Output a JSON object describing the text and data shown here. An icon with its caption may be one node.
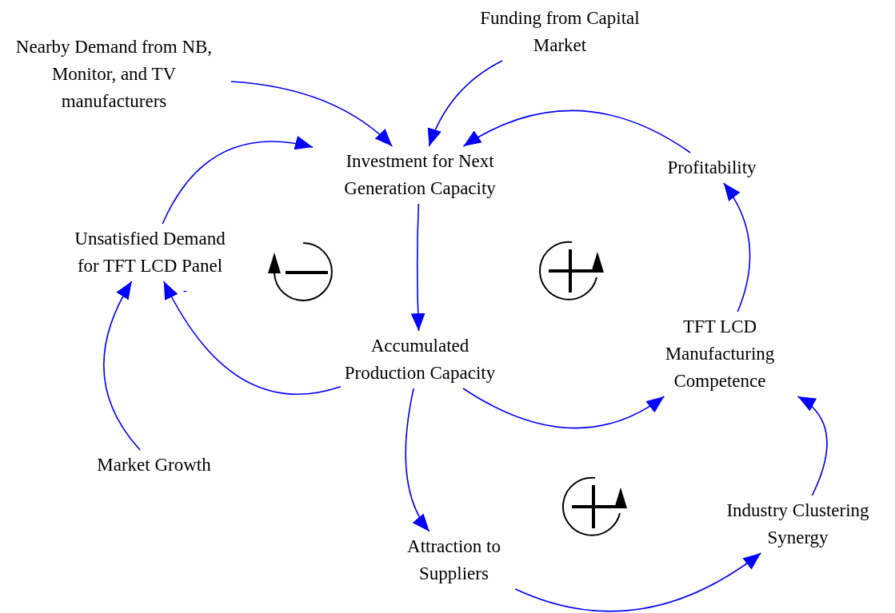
{
  "diagram": {
    "nodes": [
      {
        "text": [
          "Nearby Demand from NB, Monitor, and TV manufacturers"
        ]
      },
      {
        "text": [
          "Funding from Capital Market"
        ]
      },
      {
        "text": [
          "Investment for Next Generation Capacity"
        ]
      },
      {
        "text": [
          "Profitability"
        ]
      },
      {
        "text": [
          "Unsatisfied Demand for TFT LCD Panel"
        ]
      },
      {
        "text": [
          "Accumulated Production Capacity"
        ]
      },
      {
        "text": [
          "TFT LCD Manufacturing Competence"
        ]
      },
      {
        "text": [
          "Market Growth"
        ]
      },
      {
        "text": [
          "Attraction to Suppliers"
        ]
      },
      {
        "text": [
          "Industry Clustering Synergy"
        ]
      }
    ],
    "edges": [
      {
        "from": 0,
        "to": 2,
        "arrow": "to"
      },
      {
        "from": 1,
        "to": 2,
        "arrow": "to"
      },
      {
        "from": 3,
        "to": 2,
        "arrow": "to"
      },
      {
        "from": 4,
        "to": 2,
        "arrow": "to"
      },
      {
        "from": 2,
        "to": 5,
        "arrow": "to"
      },
      {
        "from": 5,
        "to": 4,
        "arrow": "to",
        "label": "-"
      },
      {
        "from": 7,
        "to": 4,
        "arrow": "to"
      },
      {
        "from": 5,
        "to": 6,
        "arrow": "to"
      },
      {
        "from": 6,
        "to": 3,
        "arrow": "to"
      },
      {
        "from": 5,
        "to": 8,
        "arrow": "to"
      },
      {
        "from": 8,
        "to": 9,
        "arrow": "to"
      },
      {
        "from": 9,
        "to": 6,
        "arrow": "to"
      }
    ]
  }
}
